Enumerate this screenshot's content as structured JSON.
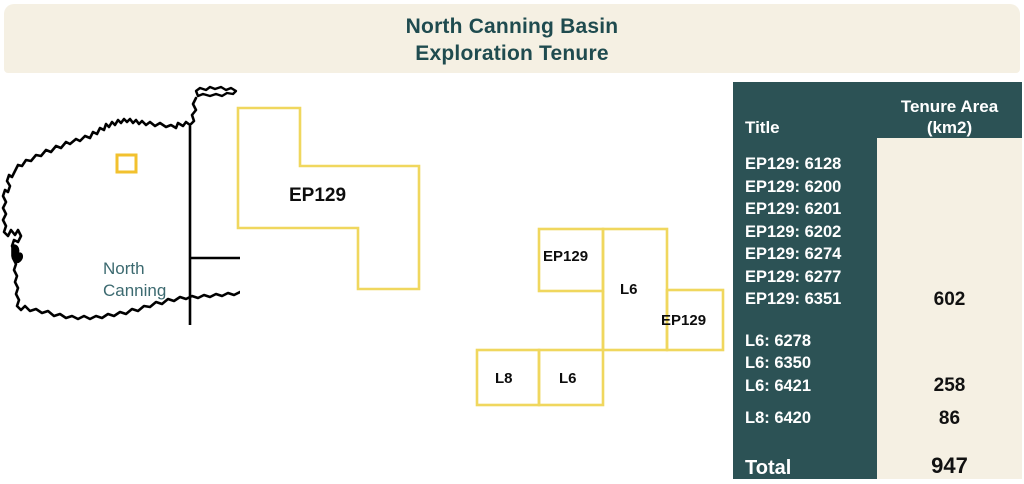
{
  "header": {
    "title": "North Canning Basin\nExploration Tenure"
  },
  "map": {
    "region_label": "North\nCanning",
    "highlight_box_color": "#f2c12e",
    "coastline_color": "#000000",
    "label_color": "#3c6a70"
  },
  "diagram": {
    "outline_color": "#f0d75e",
    "blocks": [
      {
        "id": "ep129-main",
        "label": "EP129"
      },
      {
        "id": "ep129-nw",
        "label": "EP129"
      },
      {
        "id": "l6-centre",
        "label": "L6"
      },
      {
        "id": "ep129-east",
        "label": "EP129"
      },
      {
        "id": "l8",
        "label": "L8"
      },
      {
        "id": "l6-south",
        "label": "L6"
      }
    ]
  },
  "table": {
    "header_bg": "#2c5255",
    "value_bg": "#f5f0e3",
    "columns": [
      "Title",
      "Tenure Area\n(km2)"
    ],
    "rows": [
      {
        "titles": "EP129: 6128\nEP129:  6200\nEP129: 6201\nEP129: 6202\nEP129: 6274\nEP129:  6277\nEP129: 6351",
        "area": "602"
      },
      {
        "titles": "L6: 6278\nL6: 6350\nL6: 6421",
        "area": "258"
      },
      {
        "titles": "L8: 6420",
        "area": "86"
      }
    ],
    "total": {
      "label": "Total",
      "area": "947"
    }
  }
}
